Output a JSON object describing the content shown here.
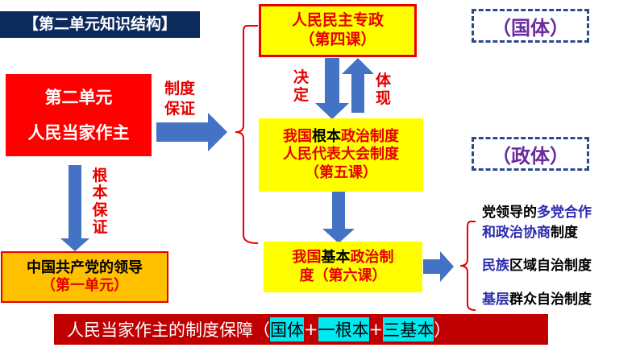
{
  "title": "【第二单元知识结构】",
  "main_box": {
    "line1": "第二单元",
    "line2": "人民当家作主"
  },
  "label_zhidu_baozheng": [
    "制度",
    "保证"
  ],
  "label_genben_baozheng": [
    "根",
    "本",
    "保",
    "证"
  ],
  "label_jueding": [
    "决",
    "定"
  ],
  "label_tixian": [
    "体",
    "现"
  ],
  "party_box": {
    "line1": "中国共产党的领导",
    "line2": "（第一单元）"
  },
  "box_dictatorship": {
    "line1": "人民民主专政",
    "line2": "（第四课）"
  },
  "box_fundamental": {
    "l1a": "我国",
    "l1b": "根本",
    "l1c": "政治制度",
    "line2": "人民代表大会制度",
    "line3": "（第五课）"
  },
  "box_basic": {
    "l1a": "我国",
    "l1b": "基本",
    "l1c": "政治制",
    "line2": "度（第六课）"
  },
  "tag_guoti": "（国体）",
  "tag_zhengti": "（政体）",
  "basic_systems": [
    {
      "a": "党领导的",
      "b": "多党合作",
      "c": "和政治协商",
      "d": "制度"
    },
    {
      "a": "民族",
      "b": "区域自治制度"
    },
    {
      "a": "基层",
      "b": "群众自治制度"
    }
  ],
  "summary": {
    "prefix": "人民当家作主的制度保障（",
    "p1": "国体",
    "plus1": "+",
    "p2": "一根本",
    "plus2": "+",
    "p3": "三基本",
    "suffix": "）"
  },
  "colors": {
    "navy": "#0d2a5c",
    "red": "#ff0000",
    "yellow": "#ffff00",
    "orange": "#ffc000",
    "arrow": "#4472c4",
    "dark_red": "#c00000",
    "cyan": "#00e8f0"
  }
}
